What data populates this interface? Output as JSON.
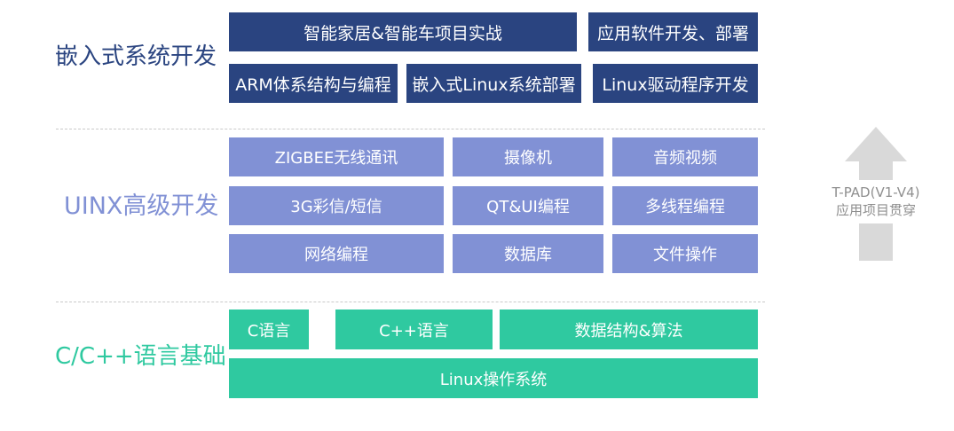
{
  "colors": {
    "navy": "#2a4480",
    "periwinkle": "#8191d5",
    "green": "#2fc9a0",
    "arrow_gray": "#d9d9d9",
    "arrow_text": "#8f8f8f",
    "dash": "#c9c9c9",
    "box_text": "#ffffff"
  },
  "tier1": {
    "label": "嵌入式系统开发",
    "boxes": {
      "smart_home": "智能家居&智能车项目实战",
      "app_software": "应用软件开发、部署",
      "arm": "ARM体系结构与编程",
      "embedded_linux": "嵌入式Linux系统部署",
      "linux_driver": "Linux驱动程序开发"
    }
  },
  "tier2": {
    "label": "UINX高级开发",
    "boxes": {
      "zigbee": "ZIGBEE无线通讯",
      "camera": "摄像机",
      "audio_video": "音频视频",
      "mms": "3G彩信/短信",
      "qt_ui": "QT&UI编程",
      "multithread": "多线程编程",
      "network": "网络编程",
      "database": "数据库",
      "file_ops": "文件操作"
    }
  },
  "tier3": {
    "label": "C/C++语言基础",
    "boxes": {
      "c": "C语言",
      "cpp": "C++语言",
      "dsa": "数据结构&算法",
      "linux_os": "Linux操作系统"
    }
  },
  "arrow": {
    "line1": "T-PAD(V1-V4)",
    "line2": "应用项目贯穿"
  }
}
